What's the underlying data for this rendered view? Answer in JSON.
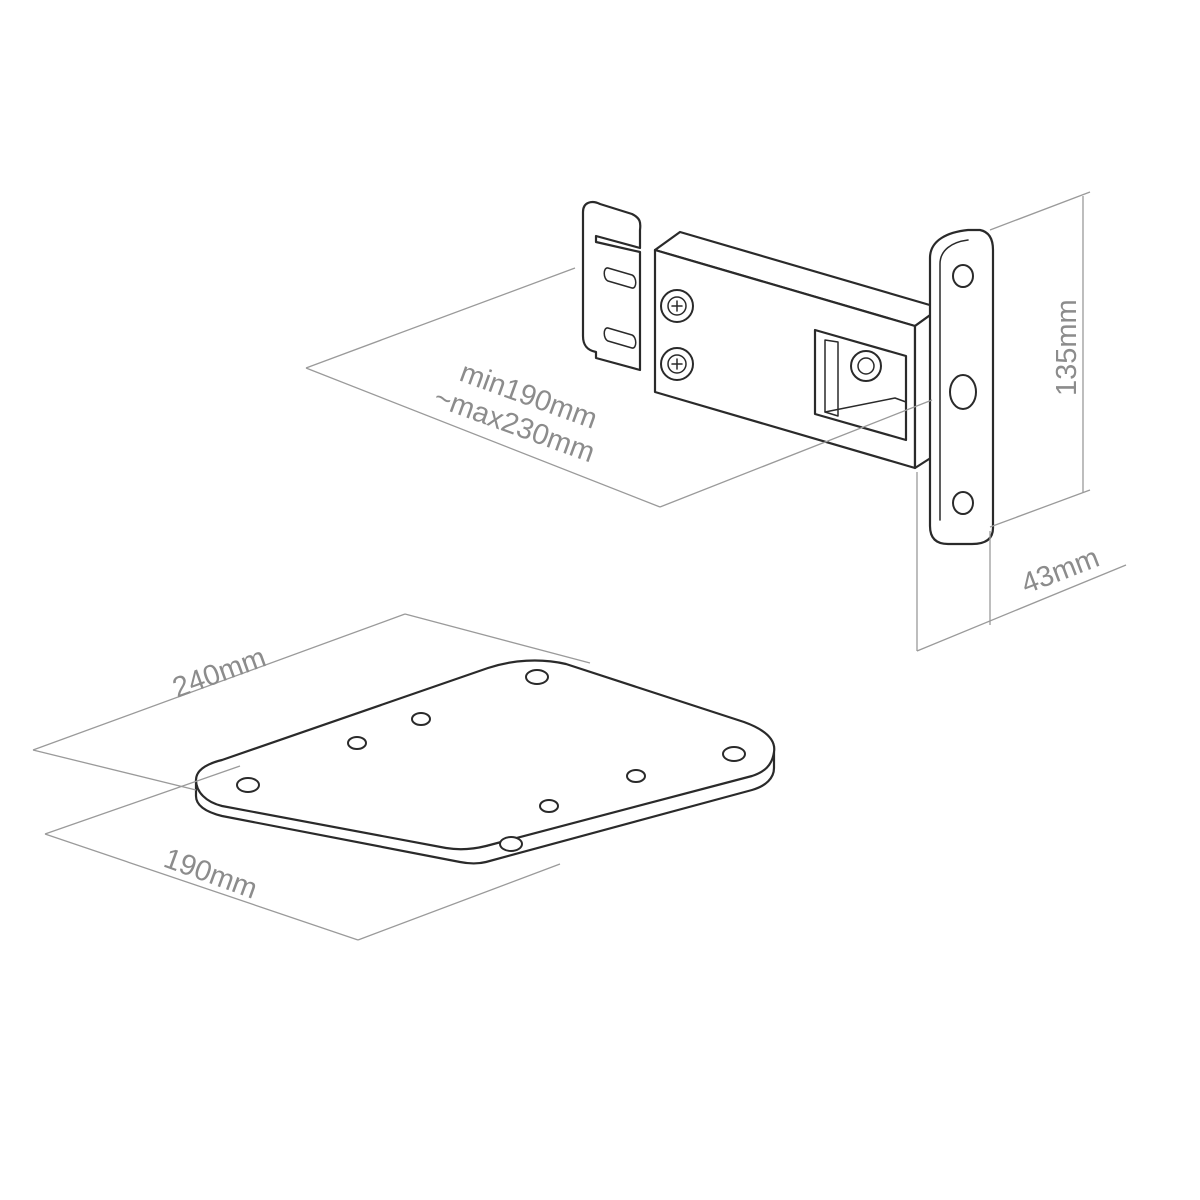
{
  "dimensions": {
    "arm_depth_min": "min190mm",
    "arm_depth_max": "~max230mm",
    "bracket_height": "135mm",
    "wall_plate_depth": "43mm",
    "plate_width": "240mm",
    "plate_depth": "190mm"
  },
  "colors": {
    "line": "#2a2a2a",
    "dimension": "#9a9a9a",
    "dimension_text": "#8c8c8c",
    "background": "#ffffff"
  }
}
